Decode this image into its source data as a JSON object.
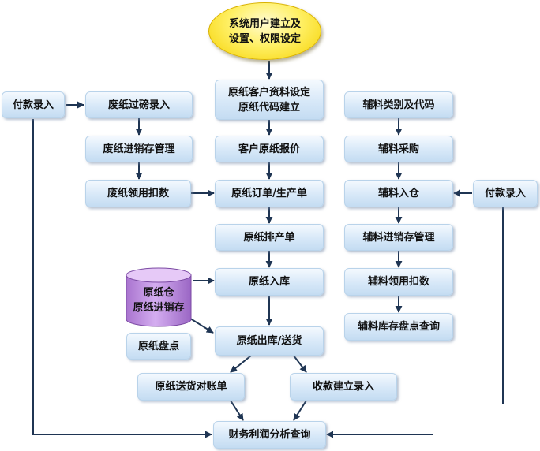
{
  "nodes": {
    "setup": [
      "系统用户建立及",
      "设置、权限设定"
    ],
    "customer_paper_info": [
      "原纸客户资料设定",
      "原纸代码建立"
    ],
    "customer_quote": "客户原纸报价",
    "paper_order": "原纸订单/生产单",
    "paper_scheduling": "原纸排产单",
    "paper_inbound": "原纸入库",
    "paper_outbound": "原纸出库/送货",
    "delivery_reconcile": "原纸送货对账单",
    "receipt_entry": "收款建立录入",
    "finance_query": "财务利润分析查询",
    "waste_weighing": "废纸过磅录入",
    "waste_inventory": "废纸进销存管理",
    "waste_usage": "废纸领用扣数",
    "payment_left": "付款录入",
    "warehouse": [
      "原纸仓",
      "原纸进销存"
    ],
    "paper_stocktake": "原纸盘点",
    "aux_category": "辅料类别及代码",
    "aux_purchase": "辅料采购",
    "aux_inbound": "辅料入仓",
    "aux_inventory": "辅料进销存管理",
    "aux_usage": "辅料领用扣数",
    "aux_stock_query": "辅料库存盘点查询",
    "payment_right": "付款录入"
  },
  "colors": {
    "box_border": "#b9d3ea",
    "box_fill_top": "#f4f9fe",
    "box_fill_bottom": "#c4dcf2",
    "arrow": "#1f3553",
    "start_fill": "#f5d100",
    "cylinder_fill": "#c79be6",
    "cylinder_top": "#e6c9f7"
  }
}
